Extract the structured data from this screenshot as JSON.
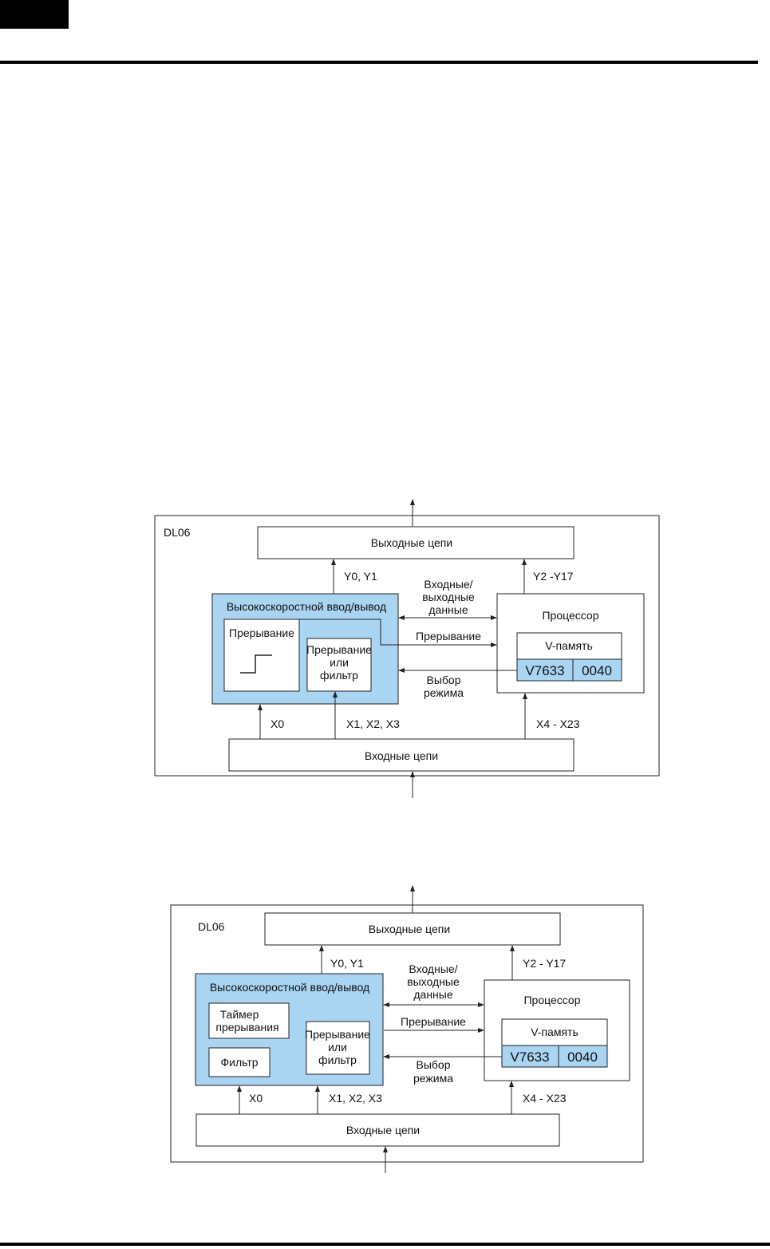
{
  "diagram1": {
    "device": "DL06",
    "output_circuits": "Выходные цепи",
    "input_circuits": "Входные цепи",
    "hs_io": "Высокоскоростной ввод/вывод",
    "interrupt_box": "Прерывание",
    "interrupt_filter": [
      "Прерывание",
      "или",
      "фильтр"
    ],
    "processor": "Процессор",
    "vmem": "V-память",
    "vaddr": "V7633",
    "vval": "0040",
    "y01": "Y0, Y1",
    "y217": "Y2 -Y17",
    "io_data": [
      "Входные/",
      "выходные",
      "данные"
    ],
    "interrupt_arrow": "Прерывание",
    "mode": [
      "Выбор",
      "режима"
    ],
    "x0": "X0",
    "x123": "X1, X2, X3",
    "x423": "X4 - X23"
  },
  "diagram2": {
    "device": "DL06",
    "output_circuits": "Выходные цепи",
    "input_circuits": "Входные цепи",
    "hs_io": "Высокоскоростной ввод/вывод",
    "timer": [
      "Таймер",
      "прерывания"
    ],
    "filter": "Фильтр",
    "interrupt_filter": [
      "Прерывание",
      "или",
      "фильтр"
    ],
    "processor": "Процессор",
    "vmem": "V-память",
    "vaddr": "V7633",
    "vval": "0040",
    "y01": "Y0, Y1",
    "y217": "Y2 - Y17",
    "io_data": [
      "Входные/",
      "выходные",
      "данные"
    ],
    "interrupt_arrow": "Прерывание",
    "mode": [
      "Выбор",
      "режима"
    ],
    "x0": "X0",
    "x123": "X1, X2, X3",
    "x423": "X4 - X23"
  },
  "colors": {
    "accent_fill": "#a9d4f2",
    "stroke": "#222222"
  }
}
